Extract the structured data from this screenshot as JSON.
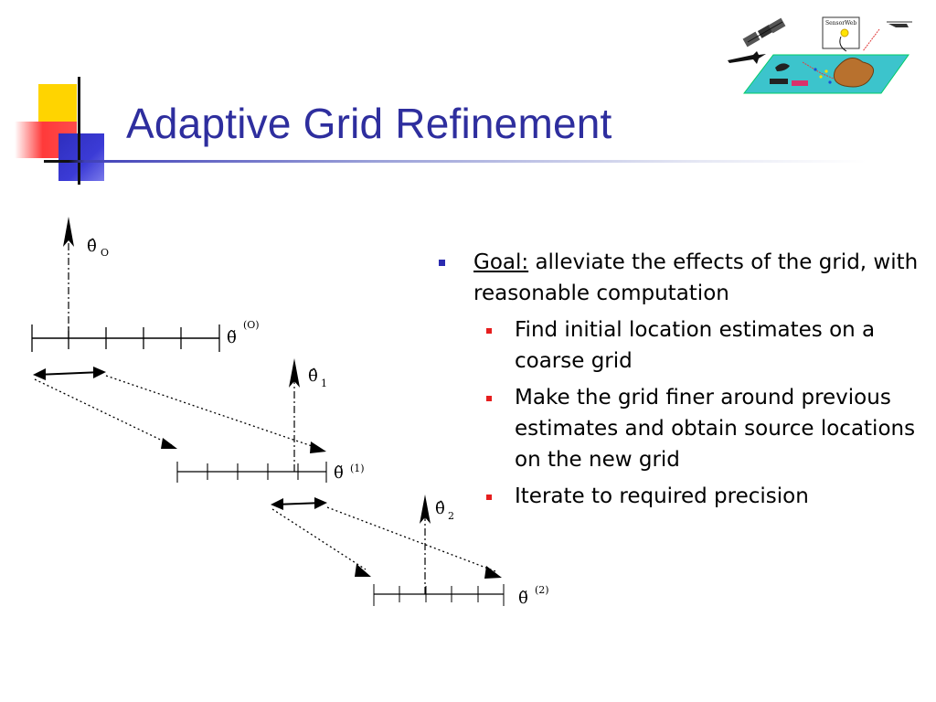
{
  "slide": {
    "title": "Adaptive Grid Refinement"
  },
  "logo": {
    "label": "SensorWeb"
  },
  "diagram": {
    "estimate_labels": [
      "θ̂",
      "θ̂",
      "θ̂"
    ],
    "estimate_subscripts": [
      "O",
      "1",
      "2"
    ],
    "grid_labels": [
      "θ̃",
      "θ̃",
      "θ̃"
    ],
    "grid_superscripts": [
      "(O)",
      "(1)",
      "(2)"
    ]
  },
  "bullets": {
    "goal_label": "Goal:",
    "goal_text": " alleviate the effects of the grid, with reasonable computation",
    "items": [
      "Find initial location estimates on a coarse grid",
      "Make the grid finer around previous estimates and obtain source locations on the new grid",
      "Iterate to required precision"
    ]
  },
  "colors": {
    "title": "#2e2e9e",
    "bullet_level1": "#2b2bb0",
    "bullet_level2": "#e61e1e",
    "accent_yellow": "#ffd400",
    "accent_red": "#ff3a3a",
    "accent_blue": "#2e2ebd"
  }
}
